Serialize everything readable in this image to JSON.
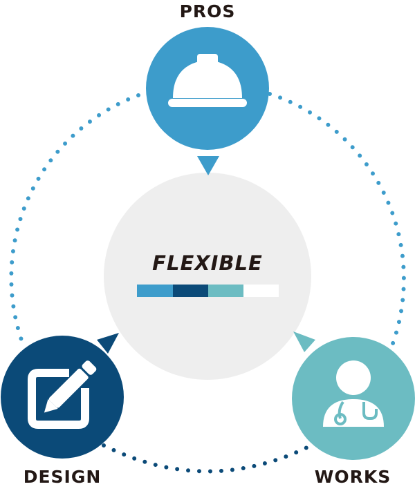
{
  "center": {
    "title": "FLEXIBLE",
    "bar_colors": [
      "#3d9ccb",
      "#0b4a78",
      "#6cbcc2",
      "#ffffff"
    ]
  },
  "nodes": {
    "pros": {
      "label": "PROS",
      "color": "#3d9ccb",
      "icon": "hard-hat-icon"
    },
    "design": {
      "label": "DESIGN",
      "color": "#0b4a78",
      "icon": "edit-icon"
    },
    "works": {
      "label": "WORKS",
      "color": "#6cbcc2",
      "icon": "doctor-icon"
    }
  },
  "colors": {
    "center_fill": "#eeeeee",
    "text": "#231815"
  }
}
